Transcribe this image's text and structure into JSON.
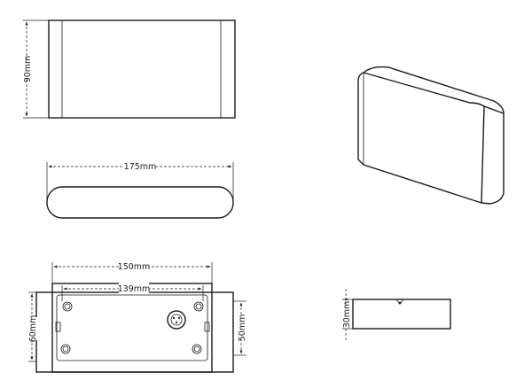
{
  "dimensions": {
    "front_height": "90mm",
    "top_width": "175mm",
    "back_plate_width": "150mm",
    "hole_spacing_width": "139mm",
    "back_plate_height": "60mm",
    "hole_spacing_height": "50mm",
    "side_depth": "30mm"
  }
}
